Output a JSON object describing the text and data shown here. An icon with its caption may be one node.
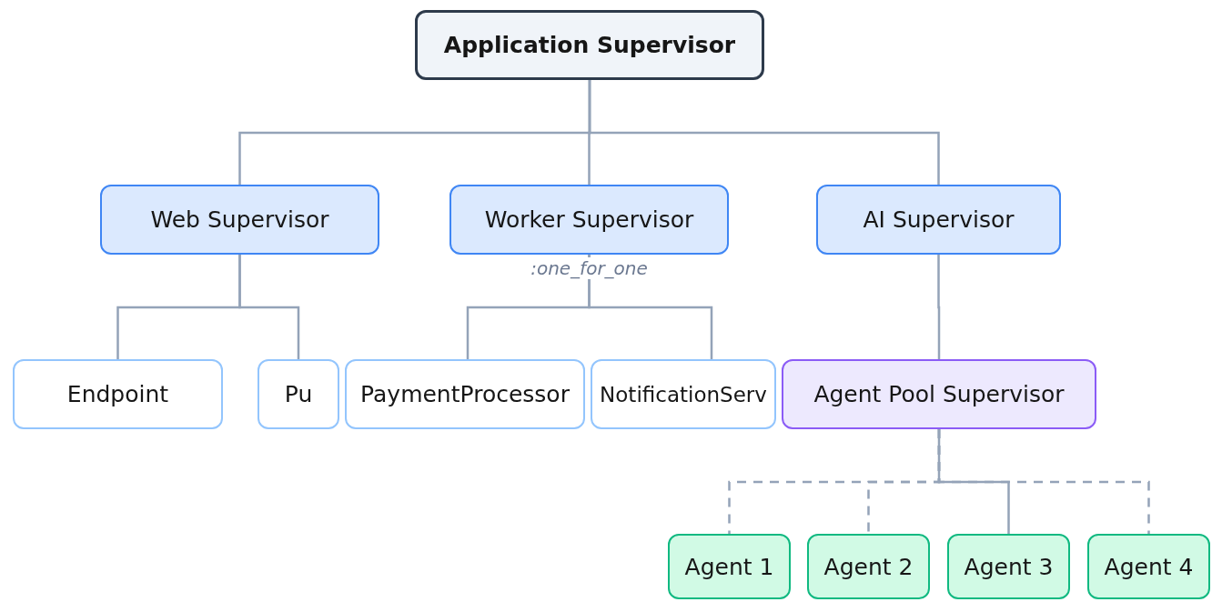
{
  "diagram": {
    "nodes": [
      {
        "text": [
          "Application Supervisor"
        ]
      },
      {
        "text": [
          "Web Supervisor"
        ]
      },
      {
        "text": [
          "Worker Supervisor"
        ],
        "beside": [
          ":one_for_one"
        ]
      },
      {
        "text": [
          "AI Supervisor"
        ]
      },
      {
        "text": [
          "Endpoint"
        ]
      },
      {
        "text": [
          "Pu"
        ]
      },
      {
        "text": [
          "PaymentProcessor"
        ]
      },
      {
        "text": [
          "NotificationServ"
        ]
      },
      {
        "text": [
          "Agent Pool Supervisor"
        ]
      },
      {
        "text": [
          "Agent 1"
        ]
      },
      {
        "text": [
          "Agent 2"
        ]
      },
      {
        "text": [
          "Agent 3"
        ]
      },
      {
        "text": [
          "Agent 4"
        ]
      }
    ],
    "edges": [
      {
        "from": 0,
        "to": 1,
        "arrow": "none"
      },
      {
        "from": 0,
        "to": 2,
        "arrow": "none"
      },
      {
        "from": 0,
        "to": 3,
        "arrow": "none"
      },
      {
        "from": 1,
        "to": 4,
        "arrow": "none"
      },
      {
        "from": 1,
        "to": 5,
        "arrow": "none"
      },
      {
        "from": 2,
        "to": 6,
        "arrow": "none"
      },
      {
        "from": 2,
        "to": 7,
        "arrow": "none"
      },
      {
        "from": 3,
        "to": 8,
        "arrow": "none"
      },
      {
        "from": 8,
        "to": 9,
        "arrow": "none",
        "style": "dashed"
      },
      {
        "from": 8,
        "to": 10,
        "arrow": "none",
        "style": "dashed"
      },
      {
        "from": 8,
        "to": 11,
        "arrow": "none"
      },
      {
        "from": 8,
        "to": 12,
        "arrow": "none",
        "style": "dashed"
      }
    ]
  }
}
